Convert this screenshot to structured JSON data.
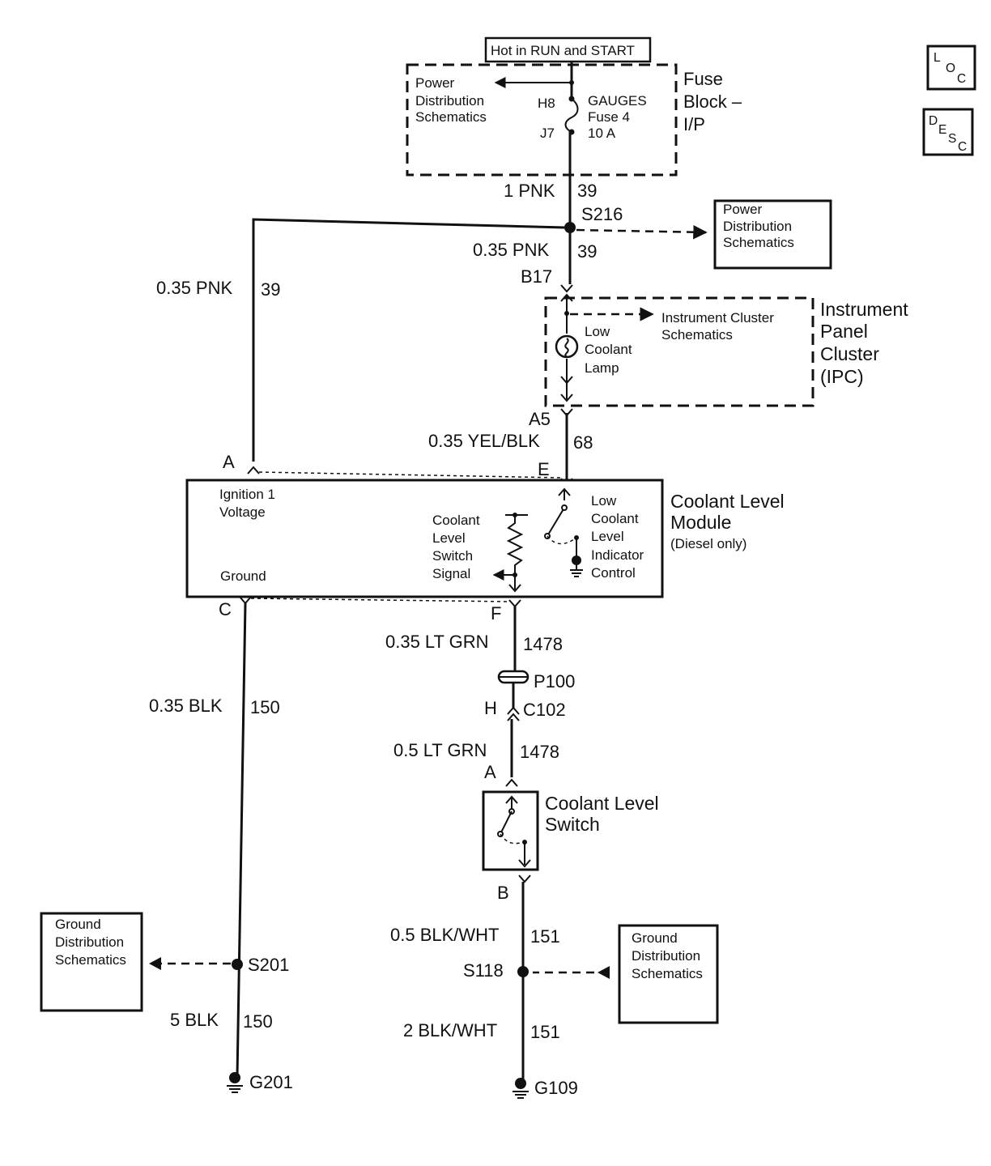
{
  "header": {
    "hot_label": "Hot in RUN and START",
    "loc_btn": [
      "L",
      "O",
      "C"
    ],
    "desc_btn": [
      "D",
      "E",
      "S",
      "C"
    ]
  },
  "fuse_block": {
    "title": [
      "Fuse",
      "Block –",
      "I/P"
    ],
    "pd_label": [
      "Power",
      "Distribution",
      "Schematics"
    ],
    "fuse_label": [
      "GAUGES",
      "Fuse 4",
      "10 A"
    ],
    "pin_top": "H8",
    "pin_bottom": "J7"
  },
  "wires": {
    "fuse_out": {
      "gauge": "1 PNK",
      "circuit": "39"
    },
    "splice_s216": "S216",
    "ipc_in": {
      "gauge": "0.35 PNK",
      "circuit": "39"
    },
    "left_feed": {
      "gauge": "0.35 PNK",
      "circuit": "39"
    },
    "ipc_out": {
      "gauge": "0.35 YEL/BLK",
      "circuit": "68"
    },
    "module_to_conn": {
      "gauge": "0.35 LT GRN",
      "circuit": "1478"
    },
    "conn_to_switch": {
      "gauge": "0.5 LT GRN",
      "circuit": "1478"
    },
    "switch_to_splice": {
      "gauge": "0.5 BLK/WHT",
      "circuit": "151"
    },
    "splice_to_ground_right": {
      "gauge": "2 BLK/WHT",
      "circuit": "151"
    },
    "module_ground": {
      "gauge": "0.35 BLK",
      "circuit": "150"
    },
    "splice_to_ground_left": {
      "gauge": "5 BLK",
      "circuit": "150"
    }
  },
  "power_dist_box": [
    "Power",
    "Distribution",
    "Schematics"
  ],
  "ipc": {
    "title": [
      "Instrument",
      "Panel",
      "Cluster",
      "(IPC)"
    ],
    "pin_in": "B17",
    "pin_out": "A5",
    "lamp": [
      "Low",
      "Coolant",
      "Lamp"
    ],
    "ref": [
      "Instrument Cluster",
      "Schematics"
    ]
  },
  "module": {
    "title": [
      "Coolant Level",
      "Module"
    ],
    "subtitle": "(Diesel only)",
    "ign_label": [
      "Ignition 1",
      "Voltage"
    ],
    "ground_label": "Ground",
    "switch_signal": [
      "Coolant",
      "Level",
      "Switch",
      "Signal"
    ],
    "indicator": [
      "Low",
      "Coolant",
      "Level",
      "Indicator",
      "Control"
    ],
    "pins": {
      "a": "A",
      "e": "E",
      "c": "C",
      "f": "F"
    }
  },
  "connector": {
    "p100": "P100",
    "pin_h": "H",
    "c102": "C102"
  },
  "switch": {
    "title": [
      "Coolant Level",
      "Switch"
    ],
    "pin_a": "A",
    "pin_b": "B"
  },
  "grounds": {
    "left_splice": "S201",
    "left_ground": "G201",
    "right_splice": "S118",
    "right_ground": "G109",
    "left_box": [
      "Ground",
      "Distribution",
      "Schematics"
    ],
    "right_box": [
      "Ground",
      "Distribution",
      "Schematics"
    ]
  }
}
